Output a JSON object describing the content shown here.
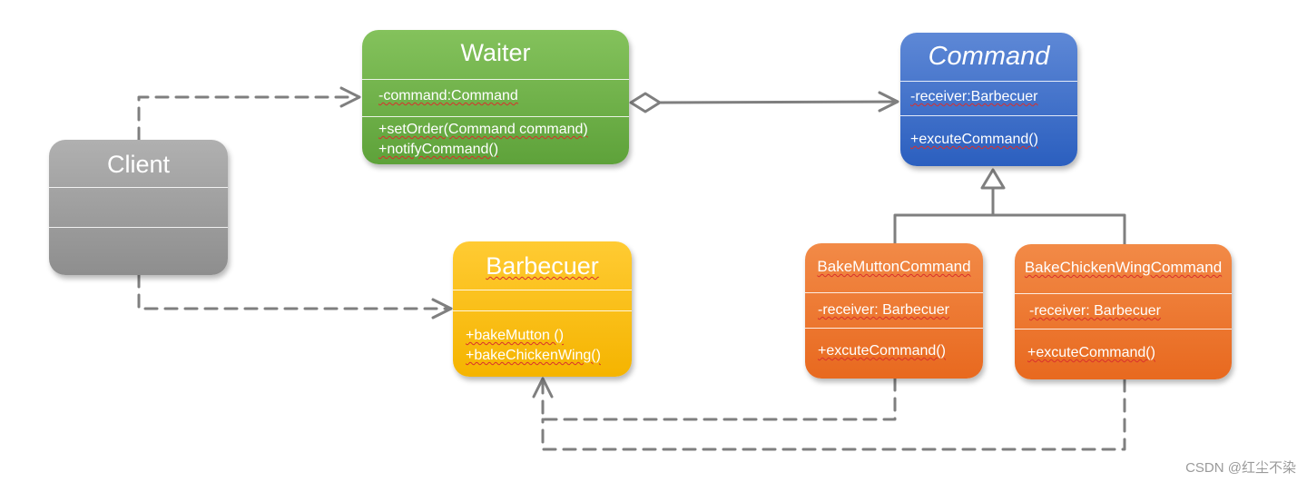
{
  "colors": {
    "waiter": "#70AD47",
    "command": "#4472C4",
    "client": "#A5A5A5",
    "barbecuer": "#FFC000",
    "concrete_commands": "#ED7D31",
    "connector": "#7F7F7F"
  },
  "classes": {
    "waiter": {
      "name": "Waiter",
      "attributes": [
        "-command:Command"
      ],
      "methods": [
        "+setOrder(Command command)",
        "+notifyCommand()"
      ]
    },
    "command": {
      "name": "Command",
      "attributes": [
        "-receiver:Barbecuer"
      ],
      "methods": [
        "+excuteCommand()"
      ]
    },
    "client": {
      "name": "Client",
      "attributes": [],
      "methods": []
    },
    "barbecuer": {
      "name": "Barbecuer",
      "attributes": [],
      "methods": [
        "+bakeMutton ()",
        "+bakeChickenWing()"
      ]
    },
    "bake_mutton_command": {
      "name": "BakeMuttonCommand",
      "attributes": [
        "-receiver: Barbecuer"
      ],
      "methods": [
        "+excuteCommand()"
      ]
    },
    "bake_chicken_wing_command": {
      "name": "BakeChickenWingCommand",
      "attributes": [
        "-receiver: Barbecuer"
      ],
      "methods": [
        "+excuteCommand()"
      ]
    }
  },
  "relationships": [
    {
      "from": "Client",
      "to": "Waiter",
      "kind": "dependency"
    },
    {
      "from": "Client",
      "to": "Barbecuer",
      "kind": "dependency"
    },
    {
      "from": "Waiter",
      "to": "Command",
      "kind": "aggregation"
    },
    {
      "from": "BakeMuttonCommand",
      "to": "Command",
      "kind": "generalization"
    },
    {
      "from": "BakeChickenWingCommand",
      "to": "Command",
      "kind": "generalization"
    },
    {
      "from": "BakeMuttonCommand",
      "to": "Barbecuer",
      "kind": "dependency"
    },
    {
      "from": "BakeChickenWingCommand",
      "to": "Barbecuer",
      "kind": "dependency"
    }
  ],
  "watermark": "CSDN @红尘不染"
}
